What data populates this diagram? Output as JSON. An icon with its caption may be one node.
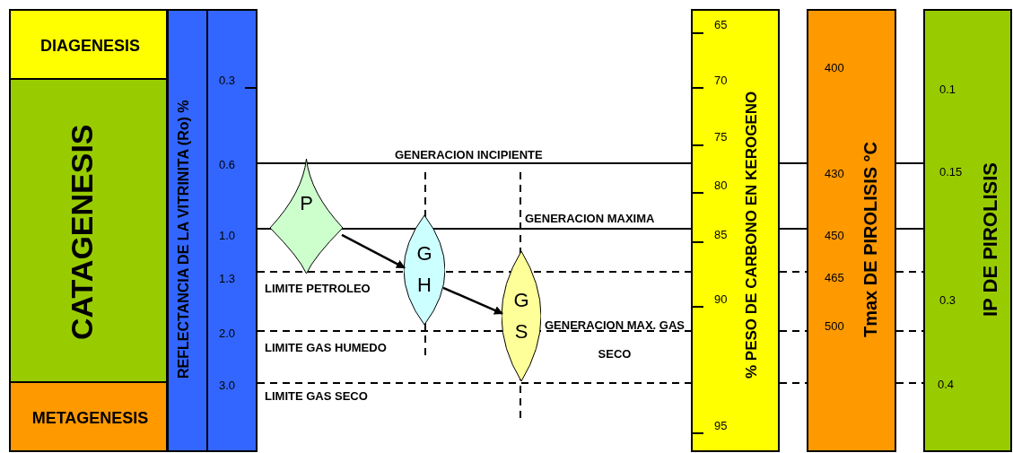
{
  "diagram": {
    "nodes": [
      {
        "text": [
          "DIAGENESIS"
        ]
      },
      {
        "text": [
          "CATAGENESIS"
        ]
      },
      {
        "text": [
          "METAGENESIS"
        ]
      },
      {
        "text": [
          "REFLECTANCIA DE LA VITRINITA (Ro) %"
        ]
      },
      {
        "text": [
          "0.3",
          "0.6",
          "1.0",
          "1.3",
          "2.0",
          "3.0"
        ]
      },
      {
        "text": [
          "P"
        ]
      },
      {
        "text": [
          "G H"
        ]
      },
      {
        "text": [
          "G S"
        ]
      },
      {
        "text": [
          "% PESO DE CARBONO EN KEROGENO",
          "65",
          "70",
          "75",
          "80",
          "85",
          "90",
          "95"
        ]
      },
      {
        "text": [
          "Tmax DE PIROLISIS °C",
          "400",
          "430",
          "450",
          "465",
          "500"
        ]
      },
      {
        "text": [
          "IP DE PIROLISIS",
          "0.1",
          "0.15",
          "0.3",
          "0.4"
        ]
      }
    ],
    "edges": [
      {
        "from": 5,
        "to": 6,
        "arrow": "to"
      },
      {
        "from": 6,
        "to": 7,
        "arrow": "to"
      }
    ],
    "labels": [
      "GENERACION INCIPIENTE",
      "GENERACION MAXIMA",
      "LIMITE PETROLEO",
      "GENERACION MAX. GAS SECO",
      "LIMITE GAS HUMEDO",
      "LIMITE GAS SECO"
    ]
  }
}
